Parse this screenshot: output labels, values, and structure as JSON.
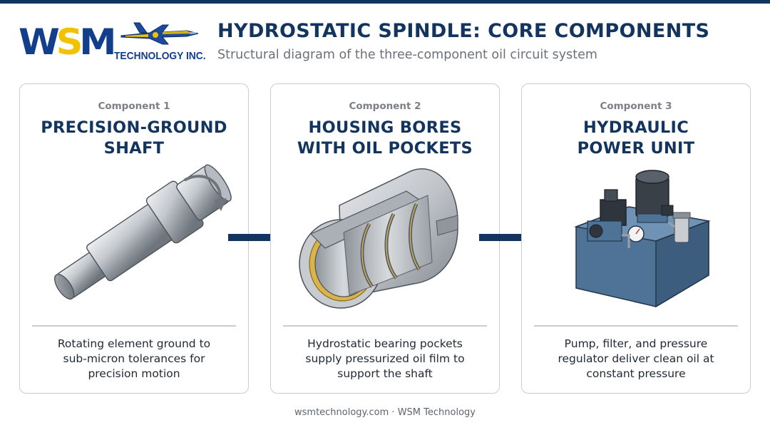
{
  "header": {
    "logo_letters": [
      "W",
      "S",
      "M"
    ],
    "logo_subtitle": "TECHNOLOGY INC.",
    "title": "HYDROSTATIC SPINDLE: CORE COMPONENTS",
    "subtitle": "Structural diagram of the three-component oil circuit system"
  },
  "components": [
    {
      "label": "Component 1",
      "title_lines": [
        "PRECISION-GROUND",
        "SHAFT"
      ],
      "description_lines": [
        "Rotating element ground to",
        "sub-micron tolerances for",
        "precision motion"
      ]
    },
    {
      "label": "Component 2",
      "title_lines": [
        "HOUSING BORES",
        "WITH OIL POCKETS"
      ],
      "description_lines": [
        "Hydrostatic bearing pockets",
        "supply pressurized oil film to",
        "support the shaft"
      ]
    },
    {
      "label": "Component 3",
      "title_lines": [
        "HYDRAULIC",
        "POWER UNIT"
      ],
      "description_lines": [
        "Pump, filter, and pressure",
        "regulator deliver clean oil at",
        "constant pressure"
      ]
    }
  ],
  "footer": {
    "text": "wsmtechnology.com · WSM Technology"
  },
  "colors": {
    "navy": "#12345e",
    "logo_blue": "#123e8c",
    "logo_yellow": "#f2c200",
    "steel": "#b9bec4",
    "unit_blue": "#4f7297"
  }
}
